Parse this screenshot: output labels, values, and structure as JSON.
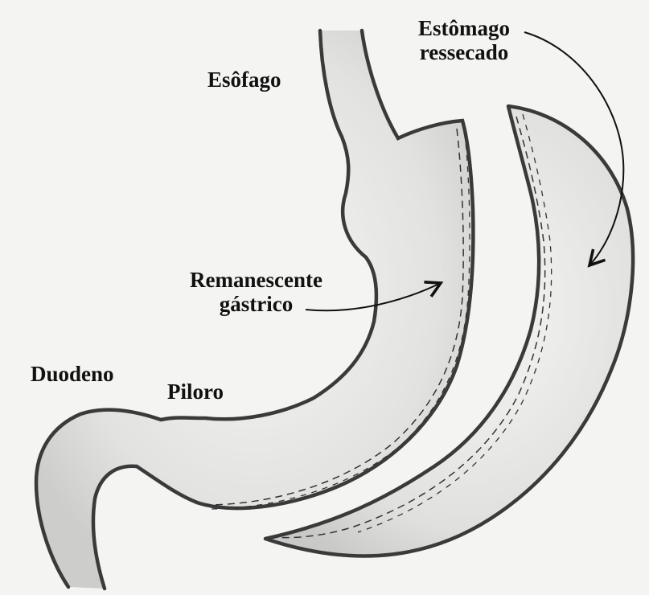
{
  "labels": {
    "esofago": "Esôfago",
    "estomago_line1": "Estômago",
    "estomago_line2": "ressecado",
    "remanescente_line1": "Remanescente",
    "remanescente_line2": "gástrico",
    "duodeno": "Duodeno",
    "piloro": "Piloro"
  },
  "colors": {
    "background": "#f4f4f2",
    "outline": "#3a3a3a",
    "shading": "#cfcfcd",
    "text": "#111111"
  }
}
